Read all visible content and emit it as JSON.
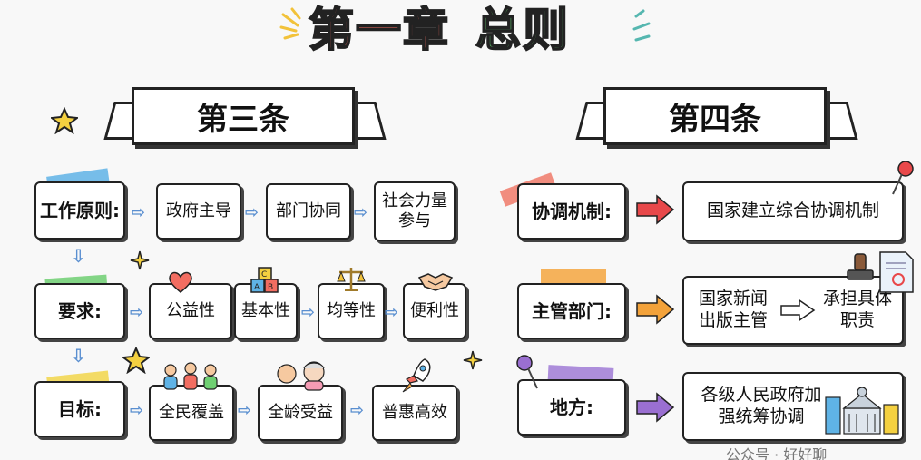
{
  "title": {
    "part1": "第一章",
    "part2": "总则"
  },
  "left": {
    "heading": "第三条",
    "rows": [
      {
        "label": "工作原则:",
        "items": [
          "政府主导",
          "部门协同",
          "社会力量参与"
        ]
      },
      {
        "label": "要求:",
        "items": [
          "公益性",
          "基本性",
          "均等性",
          "便利性"
        ]
      },
      {
        "label": "目标:",
        "items": [
          "全民覆盖",
          "全龄受益",
          "普惠高效"
        ]
      }
    ]
  },
  "right": {
    "heading": "第四条",
    "rows": [
      {
        "label": "协调机制:",
        "result": "国家建立综合协调机制",
        "arrow_color": "#e8484a"
      },
      {
        "label": "主管部门:",
        "result_a": "国家新闻出版主管",
        "result_b": "承担具体职责",
        "arrow_color": "#f3a23a"
      },
      {
        "label": "地方:",
        "result": "各级人民政府加强统筹协调",
        "arrow_color": "#9a6fd1"
      }
    ]
  },
  "colors": {
    "tape_blue": "#5fb3e6",
    "tape_green": "#6fcf72",
    "tape_yellow": "#f2d64b",
    "tape_red": "#f07a6a",
    "tape_orange": "#f4a640",
    "tape_purple": "#a07bd6"
  },
  "icons": [
    "star-icon",
    "heart-icon",
    "abc-blocks-icon",
    "scales-icon",
    "handshake-icon",
    "people-icon",
    "elderly-icon",
    "rocket-icon",
    "pushpin-icon",
    "stamp-icon",
    "building-icon",
    "sparkle-icon"
  ],
  "watermark": "公众号 · 好好聊"
}
